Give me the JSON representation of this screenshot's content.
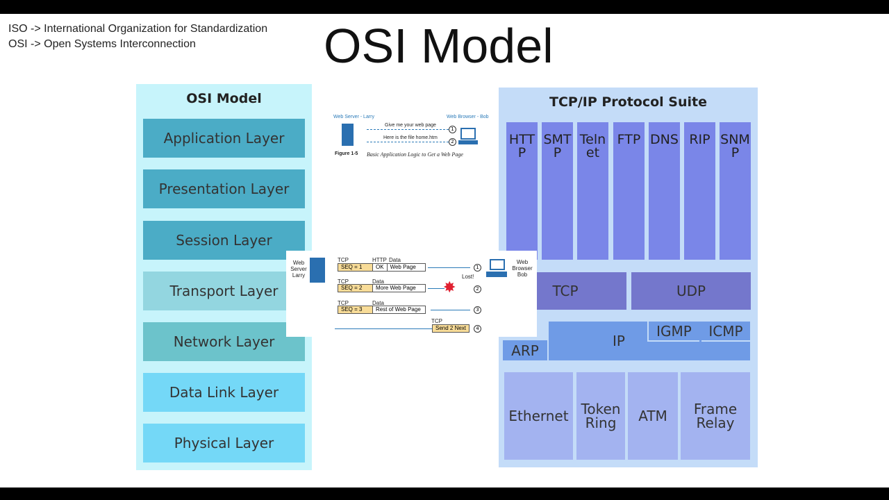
{
  "notes": [
    "ISO -> International Organization for Standardization",
    "OSI -> Open Systems Interconnection"
  ],
  "title": "OSI Model",
  "osi": {
    "title": "OSI Model",
    "layers": [
      {
        "label": "Application Layer",
        "color": "#4bacc6"
      },
      {
        "label": "Presentation Layer",
        "color": "#4bacc6"
      },
      {
        "label": "Session Layer",
        "color": "#4bacc6"
      },
      {
        "label": "Transport Layer",
        "color": "#93d6e0"
      },
      {
        "label": "Network Layer",
        "color": "#6cc3cb"
      },
      {
        "label": "Data Link Layer",
        "color": "#74d8f7"
      },
      {
        "label": "Physical Layer",
        "color": "#74d8f7"
      }
    ]
  },
  "figure1": {
    "server": "Web Server - Larry",
    "browser": "Web Browser - Bob",
    "msg1": "Give me your web page",
    "msg2": "Here is the file home.htm",
    "n1": "1",
    "n2": "2",
    "caption_num": "Figure 1-5",
    "caption": "Basic Application Logic to Get a Web Page"
  },
  "figure2": {
    "server": "Web Server Larry",
    "browser": "Web Browser Bob",
    "lost": "Lost!",
    "rows": [
      {
        "hdr1": "TCP",
        "hdr2": "HTTP",
        "hdr3": "Data",
        "seq": "SEQ = 1",
        "f2": "OK",
        "f3": "Web Page",
        "n": "1"
      },
      {
        "hdr1": "TCP",
        "hdr3": "Data",
        "seq": "SEQ = 2",
        "f3": "More Web Page",
        "n": "2"
      },
      {
        "hdr1": "TCP",
        "hdr3": "Data",
        "seq": "SEQ = 3",
        "f3": "Rest of Web Page",
        "n": "3"
      }
    ],
    "ack": {
      "hdr": "TCP",
      "label": "Send 2 Next",
      "n": "4"
    }
  },
  "tcpip": {
    "title": "TCP/IP Protocol Suite",
    "apps": [
      "HTTP",
      "SMTP",
      "Telnet",
      "FTP",
      "DNS",
      "RIP",
      "SNMP"
    ],
    "transport": [
      "TCP",
      "UDP"
    ],
    "internet": {
      "ip": "IP",
      "igmp": "IGMP",
      "icmp": "ICMP",
      "arp": "ARP"
    },
    "link": [
      "Ethernet",
      "Token Ring",
      "ATM",
      "Frame Relay"
    ]
  }
}
